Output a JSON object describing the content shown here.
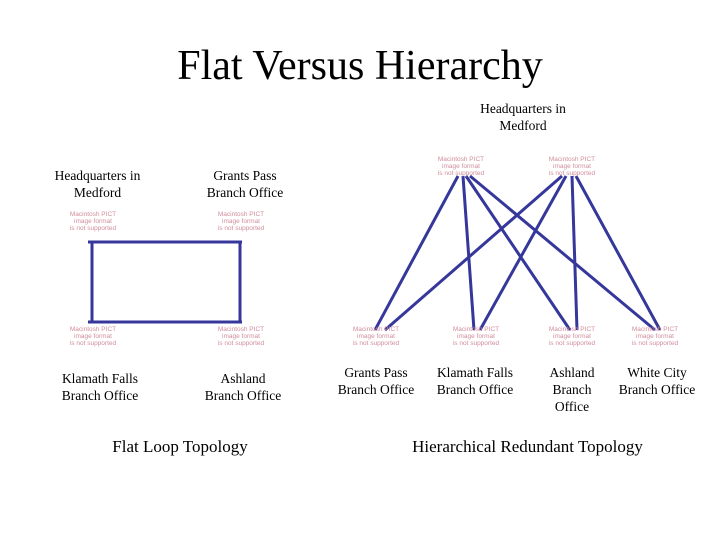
{
  "title": "Flat Versus Hierarchy",
  "placeholder": {
    "line1": "Macintosh PICT",
    "line2": "image format",
    "line3": "is not supported"
  },
  "flat": {
    "hq_label": "Headquarters in\nMedford",
    "grants_label": "Grants Pass\nBranch Office",
    "klamath_label": "Klamath Falls\nBranch Office",
    "ashland_label": "Ashland\nBranch Office",
    "caption": "Flat Loop Topology"
  },
  "hier": {
    "hq_label": "Headquarters in\nMedford",
    "grants_label": "Grants Pass\nBranch Office",
    "klamath_label": "Klamath Falls\nBranch Office",
    "ashland_label": "Ashland\nBranch\nOffice",
    "whitecity_label": "White City\nBranch Office",
    "caption": "Hierarchical Redundant Topology"
  },
  "colors": {
    "link": "#35379a",
    "placeholder_text": "#d08e9c"
  }
}
